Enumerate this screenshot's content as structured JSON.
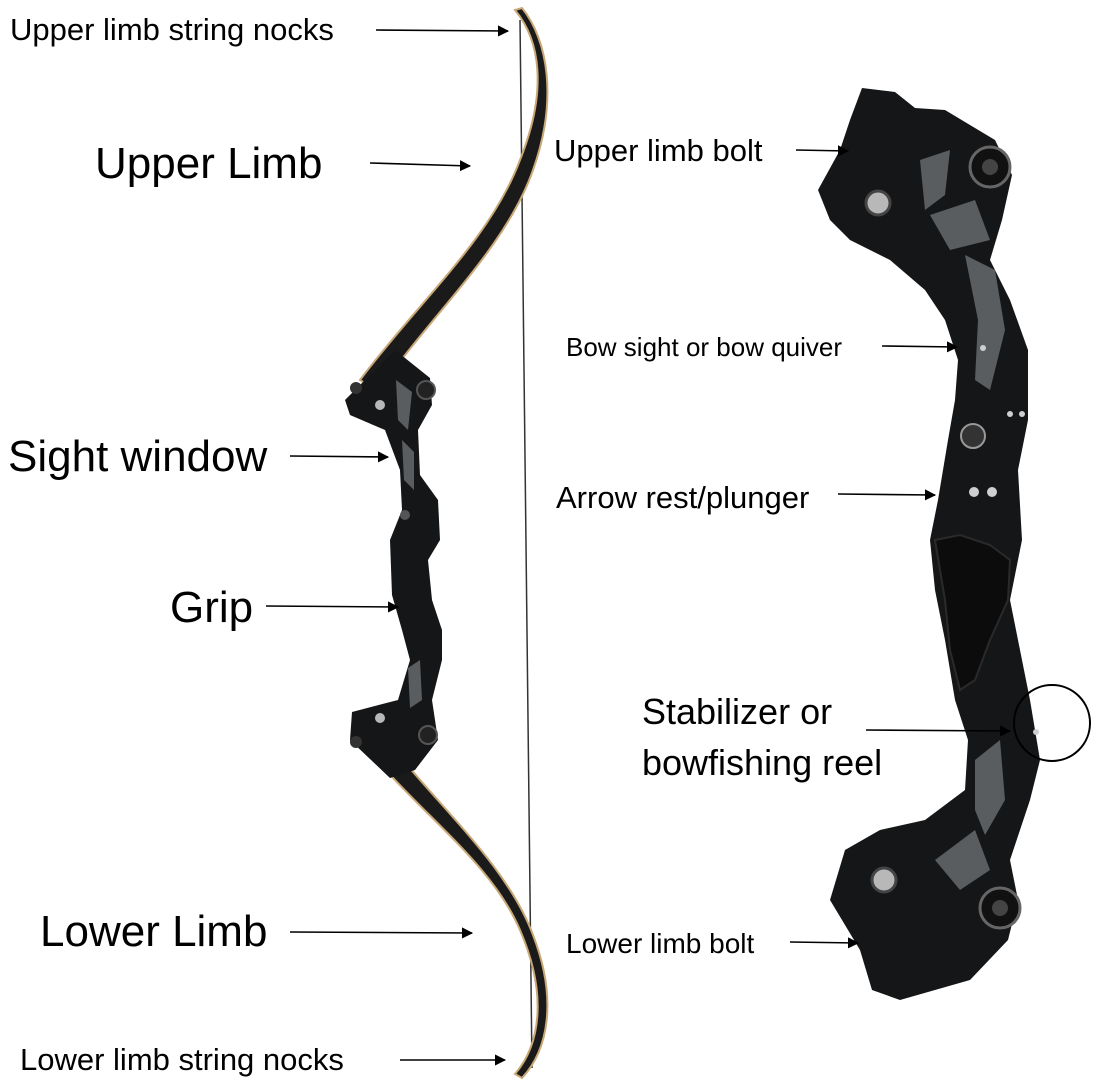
{
  "labels": {
    "upper_nocks": "Upper limb string nocks",
    "upper_limb": "Upper Limb",
    "sight_window": "Sight window",
    "grip": "Grip",
    "lower_limb": "Lower Limb",
    "lower_nocks": "Lower limb string nocks",
    "upper_bolt": "Upper limb bolt",
    "sight_quiver": "Bow sight or bow quiver",
    "arrow_rest": "Arrow rest/plunger",
    "stabilizer_line1": "Stabilizer or",
    "stabilizer_line2": "bowfishing reel",
    "lower_bolt": "Lower limb bolt"
  },
  "colors": {
    "riser": "#151617",
    "limb": "#1a1a1a",
    "limb_edge": "#c9a877",
    "metal": "#b8b8b8"
  }
}
